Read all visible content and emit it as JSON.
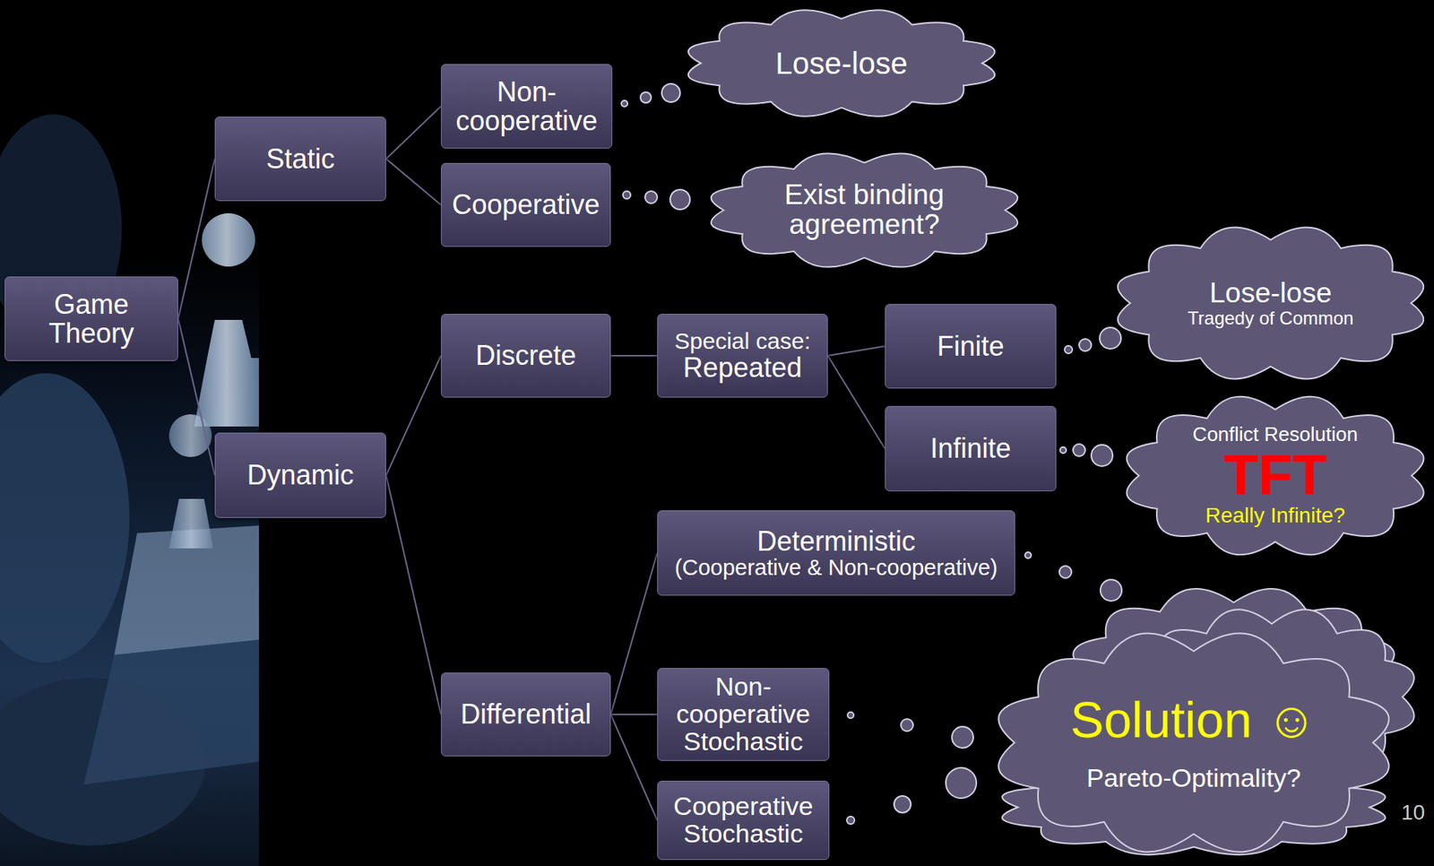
{
  "diagram": {
    "nodes": [
      {
        "text": [
          "Game Theory"
        ]
      },
      {
        "text": [
          "Static"
        ]
      },
      {
        "text": [
          "Non-cooperative"
        ]
      },
      {
        "text": [
          "Cooperative"
        ]
      },
      {
        "text": [
          "Dynamic"
        ]
      },
      {
        "text": [
          "Discrete"
        ]
      },
      {
        "text": [
          "Special case:",
          "Repeated"
        ]
      },
      {
        "text": [
          "Finite"
        ]
      },
      {
        "text": [
          "Infinite"
        ]
      },
      {
        "text": [
          "Differential"
        ]
      },
      {
        "text": [
          "Deterministic",
          "(Cooperative & Non-cooperative)"
        ]
      },
      {
        "text": [
          "Non-cooperative Stochastic"
        ]
      },
      {
        "text": [
          "Cooperative Stochastic"
        ]
      },
      {
        "text": [
          "Lose-lose"
        ]
      },
      {
        "text": [
          "Exist binding agreement?"
        ]
      },
      {
        "text": [
          "Lose-lose",
          "Tragedy of Common"
        ]
      },
      {
        "text": [
          "Conflict Resolution",
          "TFT",
          "Really Infinite?"
        ]
      },
      {
        "text": [
          "Solution ☺",
          "Pareto-Optimality?"
        ]
      }
    ],
    "edges": [
      {
        "from": 0,
        "to": 1,
        "arrow": "none"
      },
      {
        "from": 0,
        "to": 4,
        "arrow": "none"
      },
      {
        "from": 1,
        "to": 2,
        "arrow": "none"
      },
      {
        "from": 1,
        "to": 3,
        "arrow": "none"
      },
      {
        "from": 4,
        "to": 5,
        "arrow": "none"
      },
      {
        "from": 4,
        "to": 9,
        "arrow": "none"
      },
      {
        "from": 5,
        "to": 6,
        "arrow": "none"
      },
      {
        "from": 6,
        "to": 7,
        "arrow": "none"
      },
      {
        "from": 6,
        "to": 8,
        "arrow": "none"
      },
      {
        "from": 9,
        "to": 10,
        "arrow": "none"
      },
      {
        "from": 9,
        "to": 11,
        "arrow": "none"
      },
      {
        "from": 9,
        "to": 12,
        "arrow": "none"
      }
    ],
    "labels": [
      "10"
    ]
  }
}
